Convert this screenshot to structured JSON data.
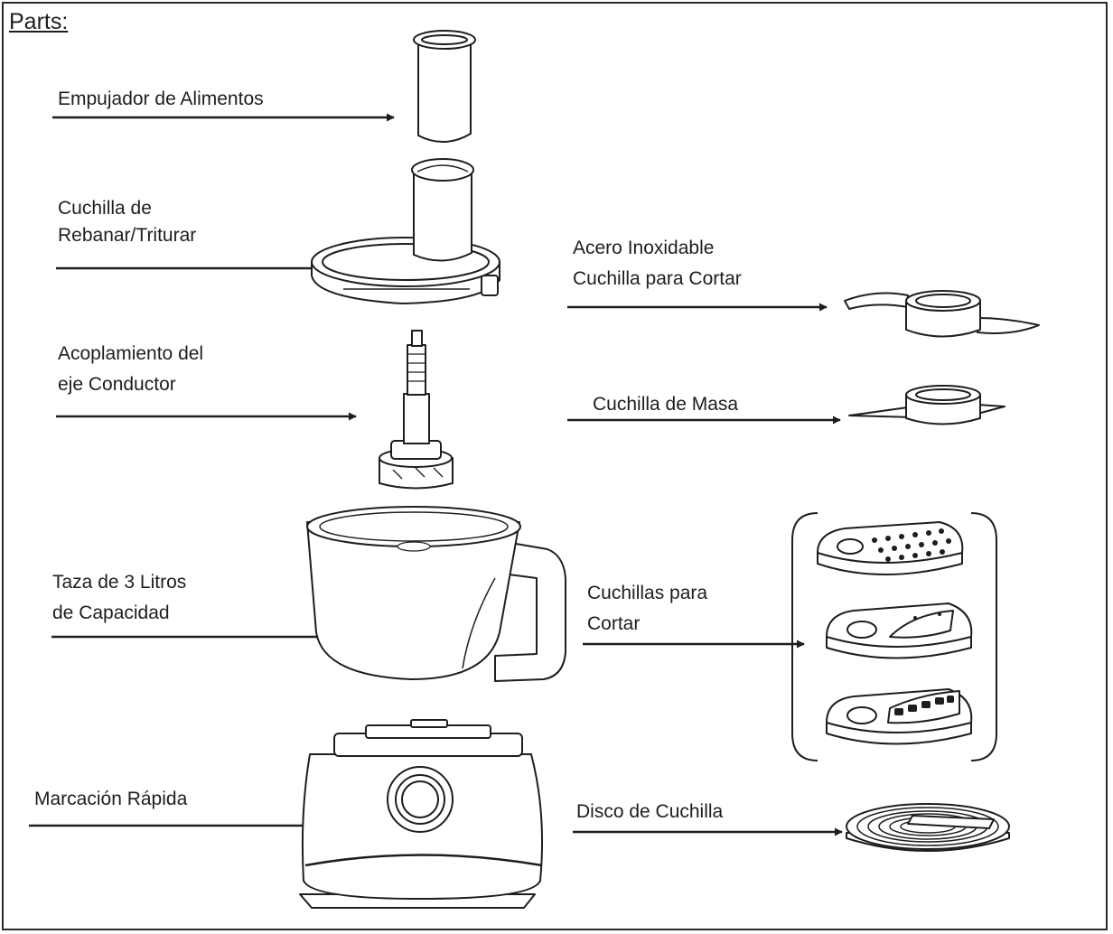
{
  "title": "Parts:",
  "labels": {
    "food_pusher": "Empujador de Alimentos",
    "slicing_blade_line1": "Cuchilla de",
    "slicing_blade_line2": "Rebanar/Triturar",
    "drive_shaft_line1": "Acoplamiento del",
    "drive_shaft_line2": "eje Conductor",
    "bowl_line1": "Taza de 3 Litros",
    "bowl_line2": "de Capacidad",
    "quick_dial": "Marcación Rápida",
    "steel_blade_line1": "Acero Inoxidable",
    "steel_blade_line2": "Cuchilla para Cortar",
    "dough_blade": "Cuchilla de Masa",
    "cutting_blades_line1": "Cuchillas para",
    "cutting_blades_line2": "Cortar",
    "blade_disc": "Disco de Cuchilla"
  },
  "colors": {
    "ink": "#1e1e1e",
    "frame": "#2a2a2a",
    "fill": "#ffffff"
  }
}
